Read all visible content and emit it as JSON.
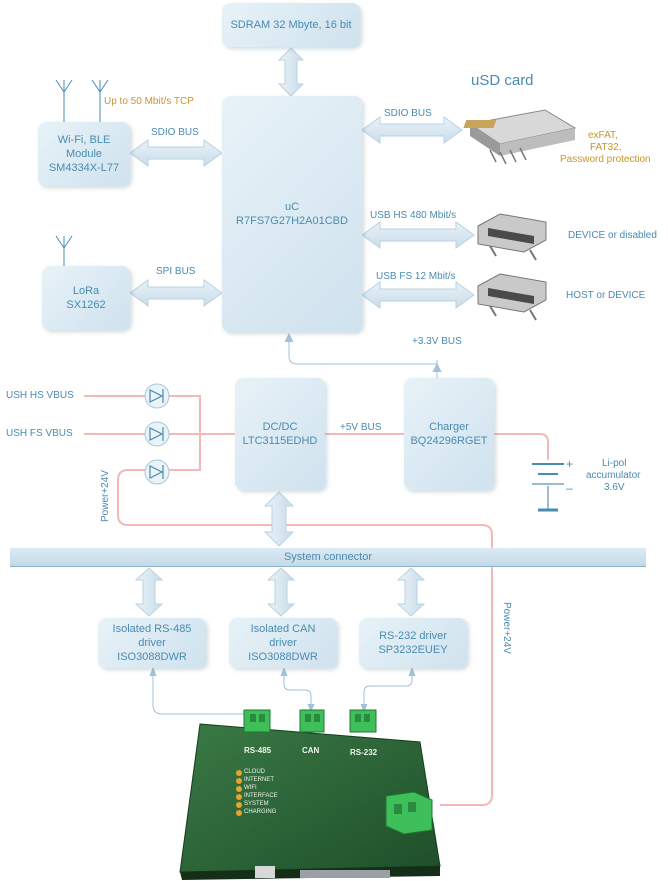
{
  "blocks": {
    "sdram": "SDRAM 32 Mbyte, 16 bit",
    "wifi_line1": "Wi-Fi, BLE",
    "wifi_line2": "Module",
    "wifi_line3": "SM4334X-L77",
    "uc_line1": "uC",
    "uc_line2": "R7FS7G27H2A01CBD",
    "lora_line1": "LoRa",
    "lora_line2": "SX1262",
    "dcdc_line1": "DC/DC",
    "dcdc_line2": "LTC3115EDHD",
    "charger_line1": "Charger",
    "charger_line2": "BQ24296RGET",
    "rs485_line1": "Isolated RS-485",
    "rs485_line2": "driver",
    "rs485_line3": "ISO3088DWR",
    "can_line1": "Isolated CAN",
    "can_line2": "driver",
    "can_line3": "ISO3088DWR",
    "rs232_line1": "RS-232 driver",
    "rs232_line2": "SP3232EUEY",
    "system_connector": "System connector"
  },
  "labels": {
    "wifi_speed": "Up to 50 Mbit/s TCP",
    "sdio_bus_left": "SDIO BUS",
    "sdio_bus_right": "SDIO BUS",
    "spi_bus": "SPI BUS",
    "usd_card": "uSD card",
    "usd_fs1": "exFAT,",
    "usd_fs2": "FAT32,",
    "usd_fs3": "Password protection",
    "usb_hs": "USB HS 480 Mbit/s",
    "usb_fs": "USB FS 12 Mbit/s",
    "device_or_disabled": "DEVICE or disabled",
    "host_or_device": "HOST or DEVICE",
    "bus_3v3": "+3.3V BUS",
    "bus_5v": "+5V BUS",
    "ush_hs_vbus": "USH HS VBUS",
    "ush_fs_vbus": "USH FS VBUS",
    "power_24v_left": "Power+24V",
    "power_24v_right": "Power+24V",
    "lipo1": "Li-pol",
    "lipo2": "accumulator",
    "lipo3": "3.6V"
  },
  "pcb": {
    "conn_rs485": "RS-485",
    "conn_can": "CAN",
    "conn_rs232": "RS-232",
    "leds": [
      "CLOUD",
      "INTERNET",
      "WIFI",
      "INTERFACE",
      "SYSTEM",
      "CHARGING"
    ]
  },
  "colors": {
    "box_text": "#4a8bb1",
    "arrow_fill": "#dbe9f2",
    "power_line": "#f4b8b8",
    "pcb_green": "#2f6b3a",
    "connector_green": "#3fbf5a"
  }
}
